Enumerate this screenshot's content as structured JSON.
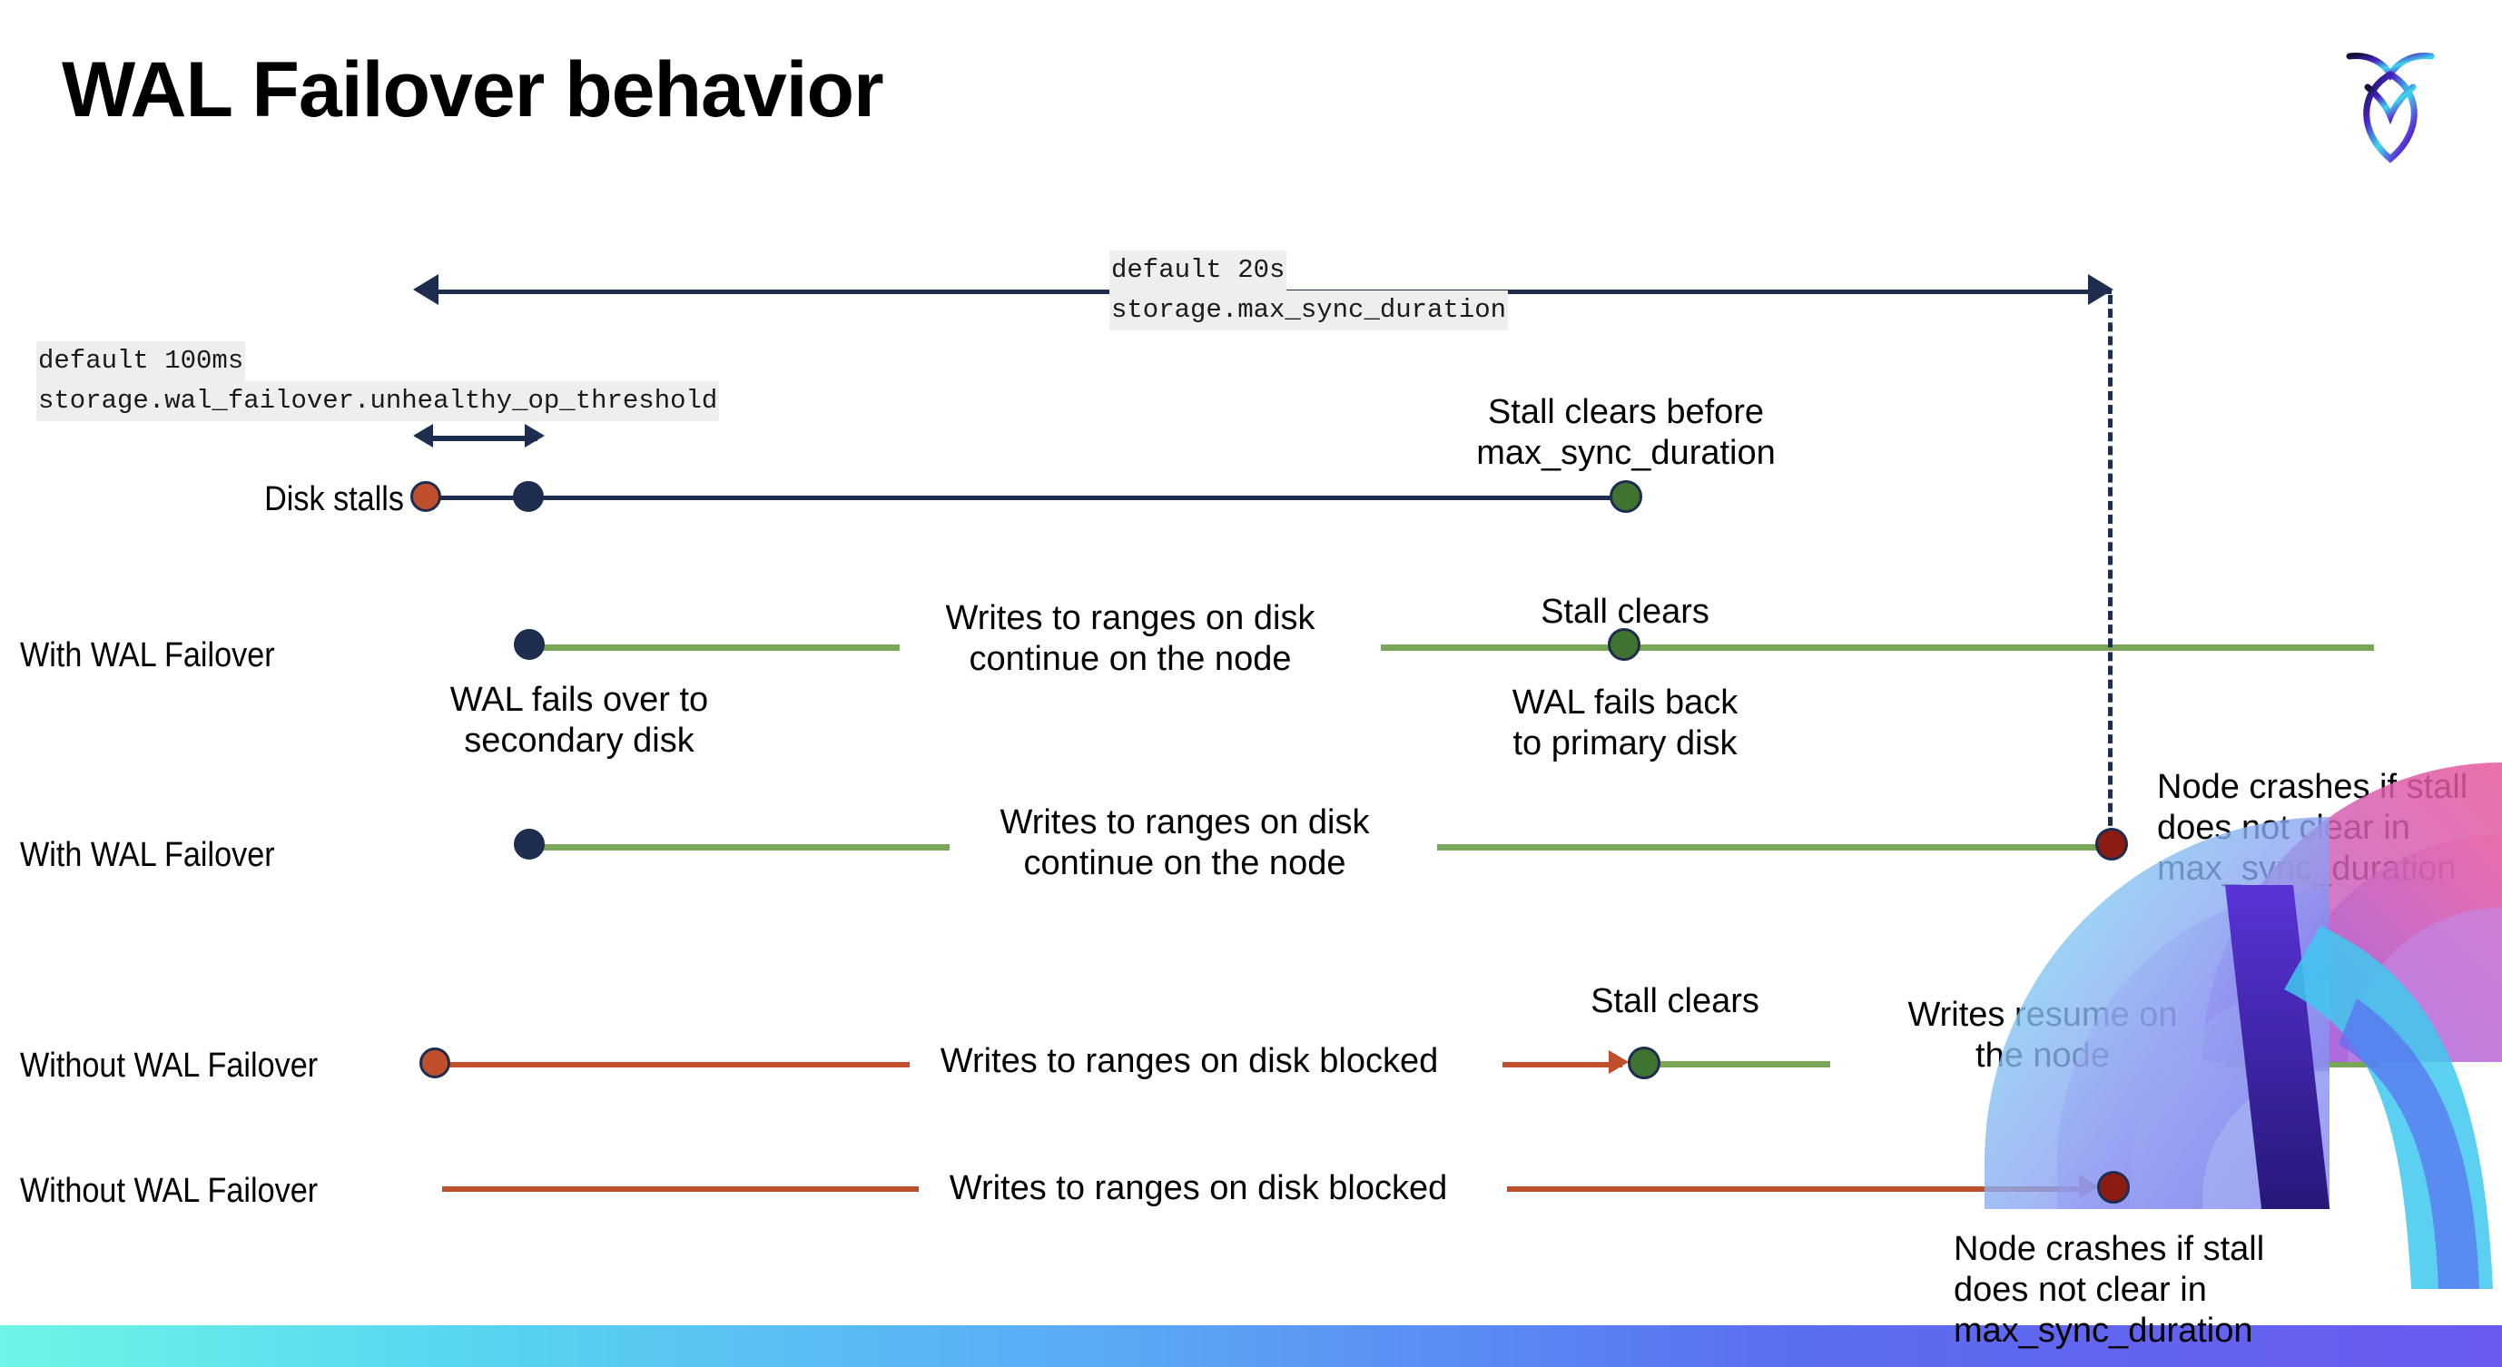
{
  "slide": {
    "title": "WAL Failover behavior",
    "logo_name": "cockroachdb-logo"
  },
  "settings": {
    "max_sync": {
      "default": "default 20s",
      "name": "storage.max_sync_duration"
    },
    "unhealthy": {
      "default": "default 100ms",
      "name": "storage.wal_failover.unhealthy_op_threshold"
    }
  },
  "rows": {
    "disk_stalls": {
      "label": "Disk stalls"
    },
    "with_failover_1": {
      "label": "With WAL Failover"
    },
    "with_failover_2": {
      "label": "With WAL Failover"
    },
    "without_failover_1": {
      "label": "Without WAL Failover"
    },
    "without_failover_2": {
      "label": "Without WAL Failover"
    }
  },
  "notes": {
    "stall_clears_before": "Stall clears before\nmax_sync_duration",
    "writes_continue_1": "Writes to ranges on disk\ncontinue on the node",
    "stall_clears_1": "Stall clears",
    "wal_fails_over": "WAL fails over to\nsecondary disk",
    "wal_fails_back": "WAL fails  back\nto primary disk",
    "writes_continue_2": "Writes to ranges on disk\ncontinue on the node",
    "node_crashes_1": "Node crashes if stall\ndoes not clear in\nmax_sync_duration",
    "writes_blocked_1": "Writes to ranges on disk  blocked",
    "stall_clears_2": "Stall clears",
    "writes_resume": "Writes resume on\nthe node",
    "writes_blocked_2": "Writes to ranges on disk  blocked",
    "node_crashes_2": "Node crashes if stall\ndoes not clear in\nmax_sync_duration"
  },
  "colors": {
    "navy": "#1e2d4f",
    "orange": "#c0502d",
    "green_line": "#7aa757",
    "green_dot": "#3f7330",
    "red_dot": "#8c1b12",
    "code_bg": "#eeeeee"
  }
}
